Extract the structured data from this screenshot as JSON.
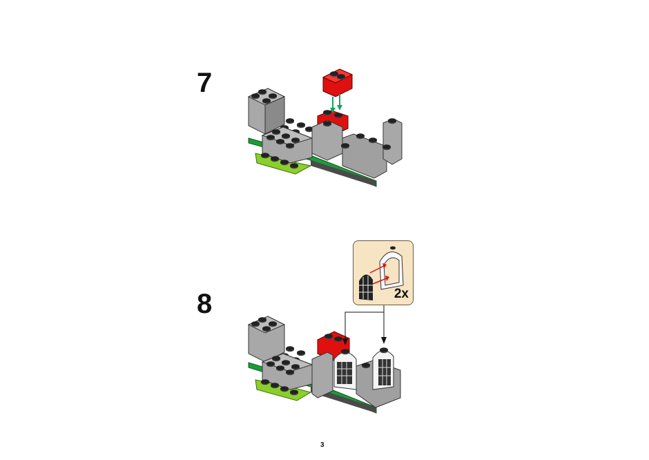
{
  "steps": [
    {
      "number": "7"
    },
    {
      "number": "8",
      "callout": {
        "count": "2x"
      }
    }
  ],
  "page": {
    "number": "3"
  },
  "colors": {
    "grey_brick": "#a0a0a0",
    "dark_grey": "#5b5b5b",
    "red_brick": "#e01010",
    "green_plate": "#1f9a3a",
    "lime_plate": "#8ccf2a",
    "arrow_green": "#18a060",
    "arrow_red": "#e01010",
    "callout_bg": "#f7e4c3"
  }
}
